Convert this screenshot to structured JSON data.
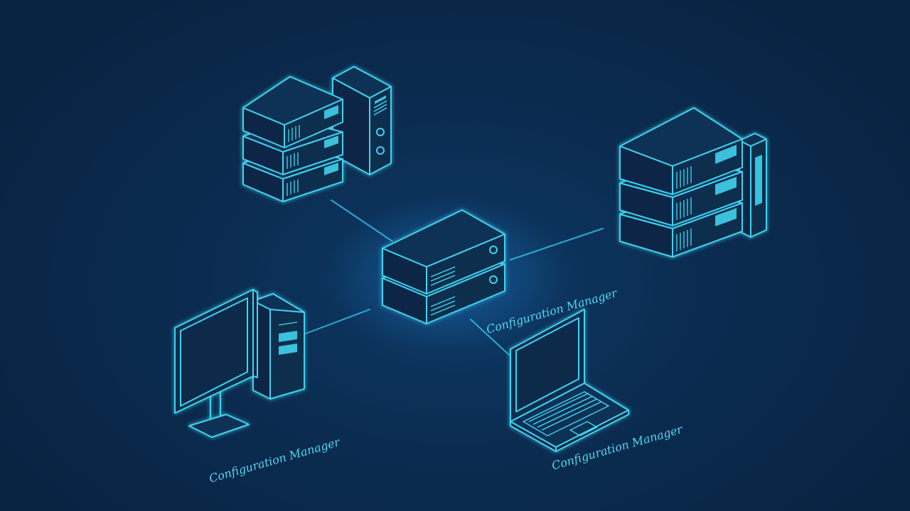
{
  "diagram": {
    "accent_color": "#3fd3f0",
    "background_color": "#0b2d52",
    "nodes": [
      {
        "id": "server-rack-top-left",
        "icon": "stacked-server-with-tower-icon"
      },
      {
        "id": "central-server",
        "icon": "central-server-icon"
      },
      {
        "id": "server-rack-right",
        "icon": "stacked-server-with-panel-icon"
      },
      {
        "id": "desktop-workstation",
        "icon": "desktop-computer-icon"
      },
      {
        "id": "laptop",
        "icon": "laptop-icon"
      }
    ],
    "connections": [
      {
        "from": "server-rack-top-left",
        "to": "central-server"
      },
      {
        "from": "server-rack-right",
        "to": "central-server"
      },
      {
        "from": "desktop-workstation",
        "to": "central-server"
      },
      {
        "from": "laptop",
        "to": "central-server"
      }
    ],
    "labels": {
      "central": "Configuration Manager",
      "desktop": "Configuration Manager",
      "laptop": "Configuration Manager"
    }
  }
}
